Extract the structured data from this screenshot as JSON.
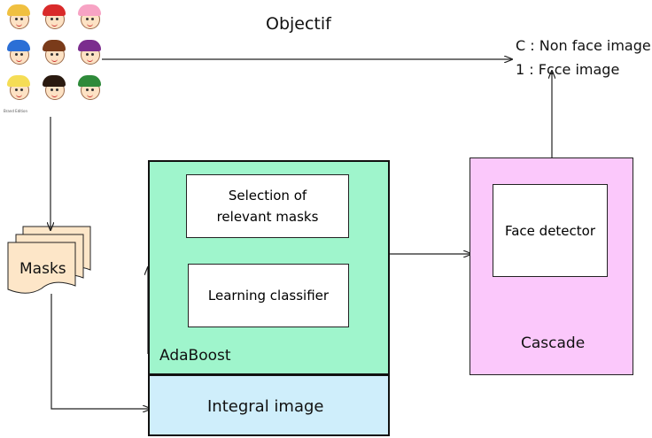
{
  "title": "Objectif",
  "outputs": {
    "non_face": "C : Non face image",
    "face": "1 : Fcce image"
  },
  "masks_label": "Masks",
  "adaboost": {
    "label": "AdaBoost",
    "selection": [
      "Selection of",
      "relevant masks"
    ],
    "learning": "Learning classifier"
  },
  "integral_label": "Integral image",
  "cascade": {
    "label": "Cascade",
    "detector": "Face detector"
  },
  "face_grid": {
    "icons": [
      {
        "name": "face-icon-yellow-hair",
        "hair": "#f0c040"
      },
      {
        "name": "face-icon-red-cap",
        "hair": "#d92a2a"
      },
      {
        "name": "face-icon-pink-pigtails",
        "hair": "#f7a3c4"
      },
      {
        "name": "face-icon-blue-cap",
        "hair": "#2b6fd6"
      },
      {
        "name": "face-icon-brown-hair",
        "hair": "#7a3b1a"
      },
      {
        "name": "face-icon-purple-hat",
        "hair": "#7b2d8e"
      },
      {
        "name": "face-icon-blonde-hair",
        "hair": "#f5dd55"
      },
      {
        "name": "face-icon-spiky-black-hair",
        "hair": "#2a1a10"
      },
      {
        "name": "face-icon-green-hat",
        "hair": "#2e8a3a"
      }
    ],
    "caption": "Brand Edition"
  },
  "colors": {
    "adaboost": "#9ff5cc",
    "integral": "#cfeefb",
    "cascade": "#fbc8fb",
    "masks_doc": "#fde6c8"
  }
}
